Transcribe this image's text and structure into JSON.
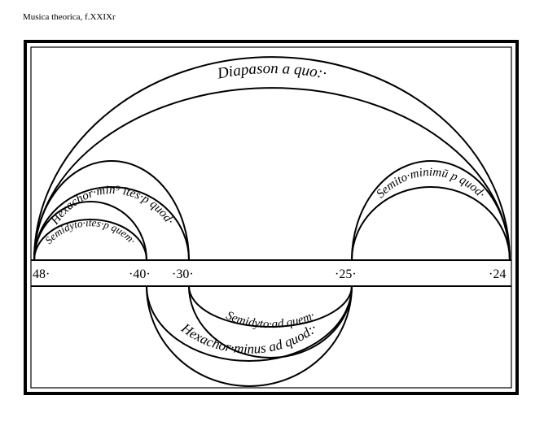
{
  "caption": "Musica theorica, f.XXIXr",
  "scale_numbers": [
    "48·",
    "·40·",
    "·30·",
    "·25·",
    "·24"
  ],
  "arcs_above": {
    "diapason": "Diapason a quo:·",
    "hexachord_major": "Hexachor·min⁹ ītes·p quod·",
    "semiditone_major": "Semidyto·ītes·p quem·",
    "semitone": "Semito·minimū p quod·"
  },
  "arcs_below": {
    "semiditone": "Semidyto·ad quem·",
    "hexachord": "Hexachor·minus ad quod:·"
  }
}
